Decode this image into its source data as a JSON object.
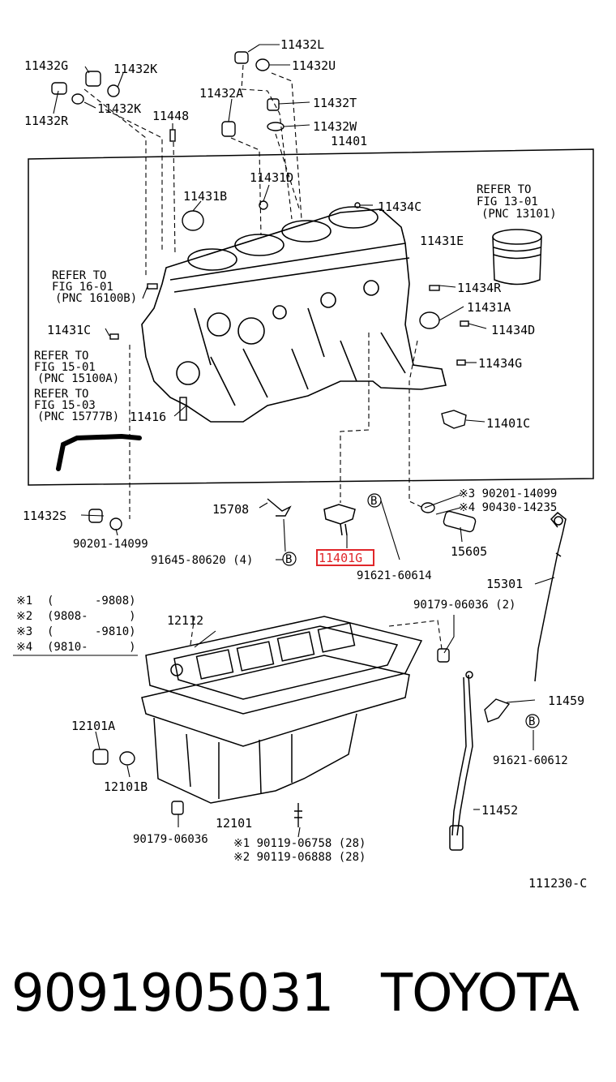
{
  "labels": {
    "p11432L": "11432L",
    "p11432U": "11432U",
    "p11432G": "11432G",
    "p11432K_top": "11432K",
    "p11432K_mid": "11432K",
    "p11432R": "11432R",
    "p11432A": "11432A",
    "p11432T": "11432T",
    "p11432W": "11432W",
    "p11448": "11448",
    "p11401": "11401",
    "p11431D": "11431D",
    "p11431B": "11431B",
    "p11434C": "11434C",
    "p11431E": "11431E",
    "p11434R": "11434R",
    "p11431A": "11431A",
    "p11434D": "11434D",
    "p11434G": "11434G",
    "p11431C": "11431C",
    "p11416": "11416",
    "p11401C": "11401C",
    "p11432S": "11432S",
    "p15708": "15708",
    "p11401G": "11401G",
    "p15605": "15605",
    "p15301": "15301",
    "p12112": "12112",
    "p12101A": "12101A",
    "p12101B": "12101B",
    "p12101": "12101",
    "p11459": "11459",
    "p11452": "11452",
    "ref_13": [
      "REFER TO",
      "FIG 13-01",
      "(PNC 13101)"
    ],
    "ref_16": [
      "REFER TO",
      "FIG 16-01",
      "(PNC 16100B)"
    ],
    "ref_1501": [
      "REFER TO",
      "FIG 15-01",
      "(PNC 15100A)"
    ],
    "ref_1503": [
      "REFER TO",
      "FIG 15-03",
      "(PNC 15777B)"
    ],
    "bolt_90201_left": "90201-14099",
    "bolt_91645": "91645-80620 (4)",
    "bolt_91621_60614": "91621-60614",
    "bolt_90201_right": "※3 90201-14099",
    "bolt_90430": "※4 90430-14235",
    "bolt_90179_2": "90179-06036 (2)",
    "bolt_91621_60612": "91621-60612",
    "bolt_90179": "90179-06036",
    "bolt_90119_1": "※1 90119-06758 (28)",
    "bolt_90119_2": "※2 90119-06888 (28)",
    "b_marker": "B",
    "figure_code": "111230-C"
  },
  "legend": [
    {
      "mark": "※1",
      "range": "(      -9808)"
    },
    {
      "mark": "※2",
      "range": "(9808-      )"
    },
    {
      "mark": "※3",
      "range": "(      -9810)"
    },
    {
      "mark": "※4",
      "range": "(9810-      )"
    }
  ],
  "highlighted_part": "11401G",
  "highlight_color": "#e0262a",
  "footer": {
    "part_number": "9091905031",
    "brand": "TOYOTA"
  }
}
